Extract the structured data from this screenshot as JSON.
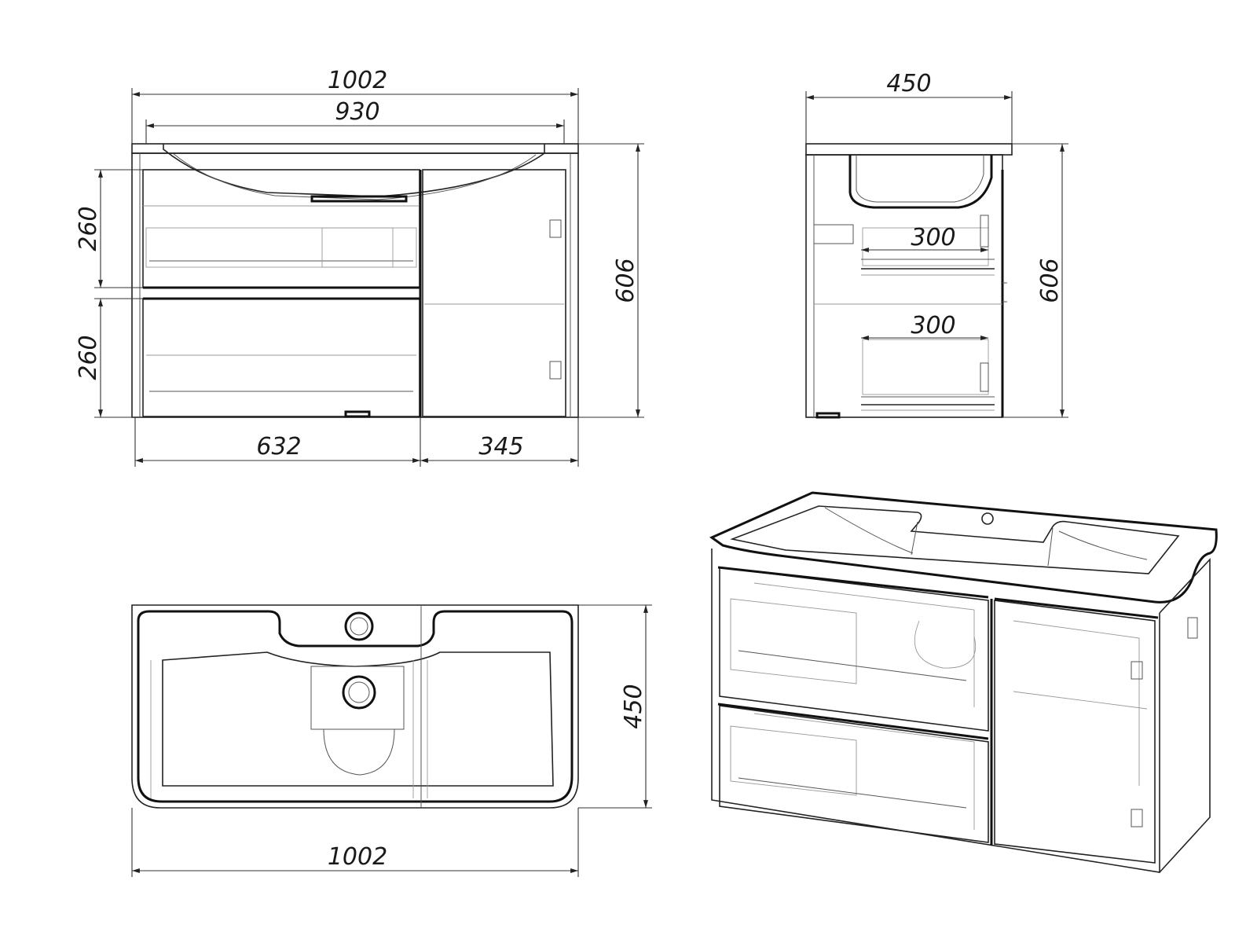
{
  "colors": {
    "background": "#ffffff",
    "line": "#111111",
    "hidden_line": "#999999"
  },
  "front_view": {
    "overall_width": "1002",
    "inner_width": "930",
    "upper_drawer_height": "260",
    "lower_drawer_height": "260",
    "total_height": "606",
    "drawer_section_width": "632",
    "door_section_width": "345"
  },
  "side_view": {
    "depth": "450",
    "total_height": "606",
    "upper_drawer_depth": "300",
    "lower_drawer_depth": "300"
  },
  "top_view": {
    "depth": "450",
    "overall_width": "1002"
  }
}
